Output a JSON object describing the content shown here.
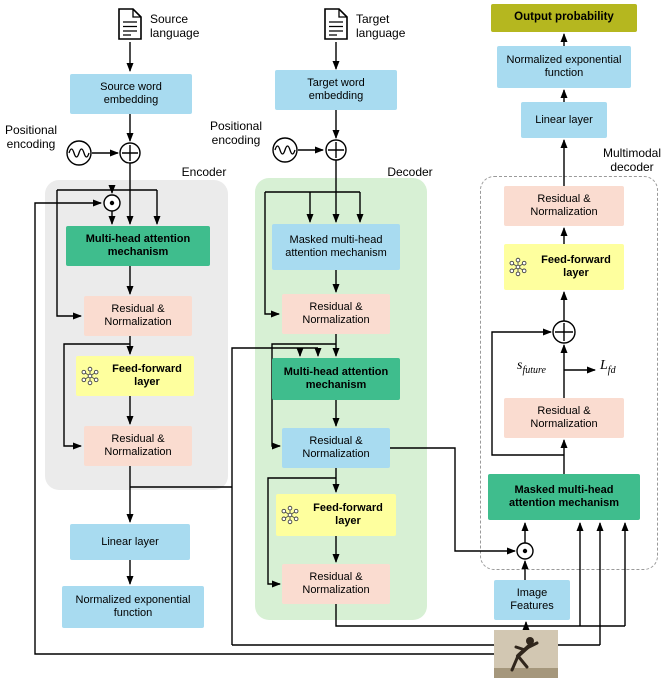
{
  "figure": {
    "encoder": {
      "source_language": "Source language",
      "embedding": "Source word embedding",
      "positional_encoding": "Positional encoding",
      "label": "Encoder",
      "attention": "Multi-head attention mechanism",
      "residual_norm_1": "Residual & Normalization",
      "feed_forward": "Feed-forward layer",
      "residual_norm_2": "Residual & Normalization",
      "linear": "Linear layer",
      "softmax": "Normalized exponential function"
    },
    "decoder": {
      "target_language": "Target language",
      "embedding": "Target word embedding",
      "positional_encoding": "Positional encoding",
      "label": "Decoder",
      "masked_attention": "Masked multi-head attention mechanism",
      "residual_norm_1": "Residual & Normalization",
      "attention": "Multi-head attention mechanism",
      "residual_norm_2": "Residual & Normalization",
      "feed_forward": "Feed-forward layer",
      "residual_norm_3": "Residual & Normalization"
    },
    "multimodal_decoder": {
      "label": "Multimodal decoder",
      "output_probability": "Output probability",
      "softmax": "Normalized exponential function",
      "linear": "Linear layer",
      "residual_norm_1": "Residual & Normalization",
      "feed_forward": "Feed-forward layer",
      "s_future": {
        "base": "s",
        "sub": "future"
      },
      "loss": {
        "base": "L",
        "sub": "fd"
      },
      "residual_norm_2": "Residual & Normalization",
      "masked_attention": "Masked multi-head attention mechanism",
      "image_features": "Image Features"
    },
    "colors": {
      "box_blue": "#a8dbf0",
      "box_green": "#3fbd8d",
      "box_pink": "#fadcd0",
      "box_yellow": "#feff9e",
      "box_olive": "#b5b71f",
      "encoder_background": "#ebebeb",
      "decoder_background": "#d7f0d4",
      "dashed_border": "#9a9a9a"
    }
  }
}
